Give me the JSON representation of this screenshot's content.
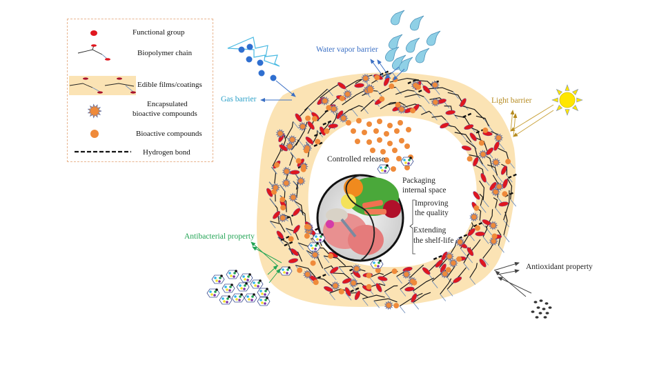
{
  "legend": {
    "items": [
      {
        "key": "functional-group",
        "label": "Functional group"
      },
      {
        "key": "biopolymer-chain",
        "label": "Biopolymer chain"
      },
      {
        "key": "edible-films",
        "label": "Edible films/coatings"
      },
      {
        "key": "encapsulated-bioactive",
        "label": "Encapsulated\nbioactive compounds",
        "line1": "Encapsulated",
        "line2": "bioactive compounds"
      },
      {
        "key": "bioactive",
        "label": "Bioactive compounds"
      },
      {
        "key": "hydrogen-bond",
        "label": "Hydrogen bond"
      }
    ]
  },
  "annotations": {
    "water_vapor_barrier": "Water vapor barrier",
    "gas_barrier": "Gas barrier",
    "light_barrier": "Light barrier",
    "controlled_release": "Controlled release",
    "packaging_line1": "Packaging",
    "packaging_line2": "internal space",
    "improving_line1": "Improving",
    "improving_line2": "the quality",
    "extending_line1": "Extending",
    "extending_line2": "the shelf-life",
    "antibacterial": "Antibacterial property",
    "antioxidant": "Antioxidant property"
  },
  "colors": {
    "film": "#fbe3b4",
    "functional_group": "#e0161e",
    "bioactive": "#ef8a3a",
    "chain": "#1a1a1a",
    "branch": "#6f8db8",
    "water": "#8fd0e6",
    "gas": "#2f6fd0",
    "light": "#c9a23a",
    "sun": "#ffe600",
    "antibacterial": "#23a455",
    "antioxidant": "#444444"
  }
}
